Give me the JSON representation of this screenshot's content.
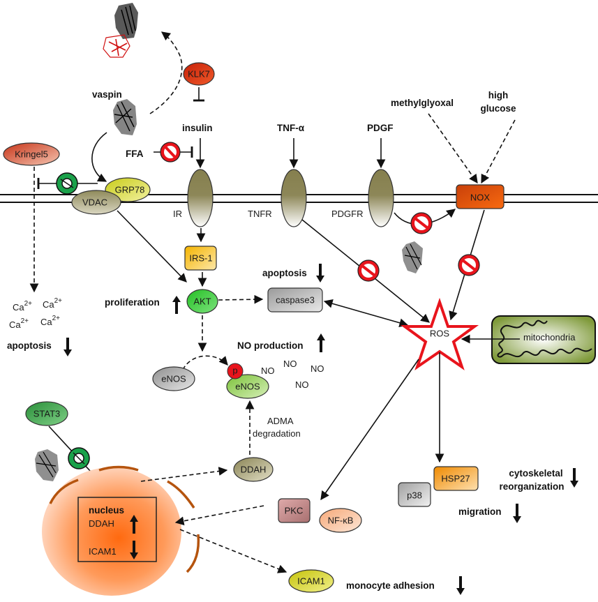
{
  "title": "Vaspin signaling pathway diagram",
  "extracellular": {
    "vaspin": "vaspin",
    "klk7": "KLK7",
    "insulin": "insulin",
    "ffa": "FFA",
    "tnf": "TNF-α",
    "pdgf": "PDGF",
    "methylglyoxal": "methylglyoxal",
    "high_glucose_1": "high",
    "high_glucose_2": "glucose",
    "kringel5": "Kringel5"
  },
  "membrane": {
    "grp78": "GRP78",
    "vdac": "VDAC",
    "ir": "IR",
    "tnfr": "TNFR",
    "pdgfr": "PDGFR",
    "nox": "NOX"
  },
  "intracellular": {
    "irs1": "IRS-1",
    "akt": "AKT",
    "caspase3": "caspase3",
    "ros": "ROS",
    "mitochondria": "mitochondria",
    "enos_inactive": "eNOS",
    "enos_active": "eNOS",
    "phospho": "p",
    "no": [
      "NO",
      "NO",
      "NO",
      "NO"
    ],
    "adma_1": "ADMA",
    "adma_2": "degradation",
    "ddah": "DDAH",
    "stat3": "STAT3",
    "pkc": "PKC",
    "nfkb": "NF-κB",
    "hsp27": "HSP27",
    "p38": "p38",
    "icam1": "ICAM1",
    "ca_ions": [
      "Ca",
      "Ca",
      "Ca",
      "Ca"
    ],
    "ca_charge": "2+"
  },
  "nucleus": {
    "title": "nucleus",
    "ddah": "DDAH",
    "icam1": "ICAM1",
    "ddah_direction": "up",
    "icam1_direction": "down"
  },
  "effects": [
    {
      "label": "apoptosis",
      "direction": "down",
      "context": "calcium"
    },
    {
      "label": "proliferation",
      "direction": "up",
      "context": "AKT"
    },
    {
      "label": "apoptosis",
      "direction": "down",
      "context": "caspase3"
    },
    {
      "label": "NO production",
      "direction": "up",
      "context": "eNOS"
    },
    {
      "label": "cytoskeletal",
      "label2": "reorganization",
      "direction": "down",
      "context": "HSP27"
    },
    {
      "label": "migration",
      "direction": "down",
      "context": "HSP27"
    },
    {
      "label": "monocyte adhesion",
      "direction": "down",
      "context": "ICAM1"
    }
  ],
  "colors": {
    "receptor": "#8a8455",
    "inhibit_red": "#e8141c",
    "block_green": "#1aa14a",
    "nox": "#d94a0a",
    "akt": "#2ec72e",
    "klk7": "#d42a0a",
    "nucleus": "#ff7a30",
    "ros": "#e8141c"
  }
}
